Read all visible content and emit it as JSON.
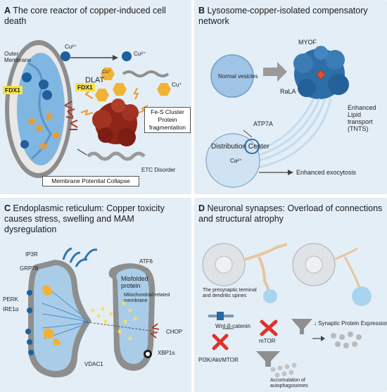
{
  "panels": {
    "a": {
      "letter": "A",
      "title": "The core reactor of copper-induced cell death",
      "outer_membrane": "Outer\nMembrane",
      "cu2_top": "Cu²⁺",
      "cu2_right": "Cu²⁺",
      "cu_plus_left": "Cu⁺",
      "cu_plus_right": "Cu⁺",
      "dlat": "DLAT",
      "fdx1_left": "FDX1",
      "fdx1_right": "FDX1",
      "fes_box": "Fe-S Cluster\nProtein\nfragmentation",
      "etc": "ETC Disorder",
      "mpc_box": "Membrane Potential Collapse"
    },
    "b": {
      "letter": "B",
      "title": "Lysosome-copper-isolated compensatory network",
      "normal_vesicles": "Normal vesicles",
      "myof": "MYOF",
      "rala": "RaLA",
      "lipid": "Enhanced\nLipid transport\n(TNTS)",
      "atp7a": "ATP7A",
      "distribution": "Distribution Center",
      "ca": "Ca²⁺",
      "exocytosis": "Enhanced exocytosis"
    },
    "c": {
      "letter": "C",
      "title": "Endoplasmic reticulum: Copper toxicity causes stress, swelling and MAM dysregulation",
      "ip3r": "IP3R",
      "grp78": "GRP78",
      "perk": "PERK",
      "ire1": "IRE1α",
      "vdac1": "VDAC1",
      "atf6": "ATF6",
      "misfolded": "Misfolded\nprotein",
      "mam": "Mitochondrial-related\nmembrane",
      "chop": "CHOP",
      "xbp1s": "XBP1s"
    },
    "d": {
      "letter": "D",
      "title": "Neuronal synapses: Overload of connections and structural atrophy",
      "presynaptic": "The presynaptic terminal\nand dendritic spines",
      "wnt": "Wnt-β-catenin",
      "mtor": "mTOR",
      "pi3k": "PI3K/Akt/MTOR",
      "synaptic": "↓ Synaptic Protein Expression",
      "autophago": "Accumulation of\nautophagosomes"
    }
  },
  "colors": {
    "panel_bg": "#e4eef6",
    "membrane_gray": "#9b9b9b",
    "cell_blue": "#7fb7e2",
    "dark_blue": "#1f5f9c",
    "red_protein": "#9b2a1f",
    "copper_orange": "#f39a23",
    "cross_red": "#e0322b",
    "highlight_yellow": "#f6e24a"
  }
}
